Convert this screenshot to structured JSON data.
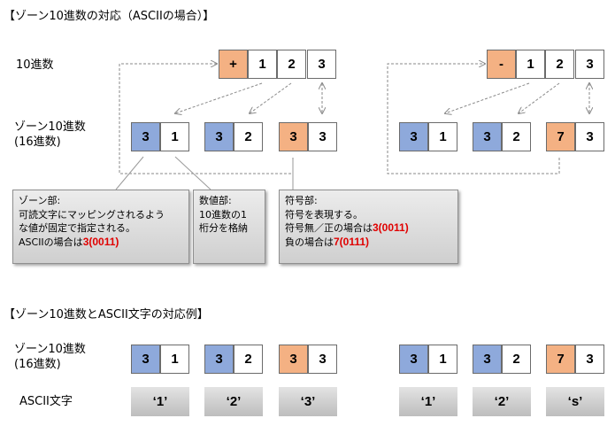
{
  "title1": "【ゾーン10進数の対応（ASCIIの場合）】",
  "title2": "【ゾーン10進数とASCII文字の対応例】",
  "labels": {
    "decimal": "10進数",
    "zone_line1": "ゾーン10進数",
    "zone_line2": "(16進数)",
    "zone2_line1": "ゾーン10進数",
    "zone2_line2": "(16進数)",
    "ascii_char": "ASCII文字"
  },
  "left_decimal": [
    "+",
    "1",
    "2",
    "3"
  ],
  "right_decimal": [
    "-",
    "1",
    "2",
    "3"
  ],
  "left_zone": [
    [
      "3",
      "1"
    ],
    [
      "3",
      "2"
    ],
    [
      "3",
      "3"
    ]
  ],
  "right_zone": [
    [
      "3",
      "1"
    ],
    [
      "3",
      "2"
    ],
    [
      "7",
      "3"
    ]
  ],
  "callouts": {
    "zone": {
      "line1": "ゾーン部:",
      "line2": "可読文字にマッピングされるよう",
      "line3": "な値が固定で指定される。",
      "line4_pre": "ASCIIの場合は",
      "line4_red": "3(0011)"
    },
    "digit": {
      "line1": "数値部:",
      "line2": "10進数の1",
      "line3": "桁分を格納"
    },
    "sign": {
      "line1": "符号部:",
      "line2": "符号を表現する。",
      "line3_pre": "符号無／正の場合は",
      "line3_red": "3(0011)",
      "line4_pre": "負の場合は",
      "line4_red": "7(0111)"
    }
  },
  "example_left_zone": [
    [
      "3",
      "1"
    ],
    [
      "3",
      "2"
    ],
    [
      "3",
      "3"
    ]
  ],
  "example_right_zone": [
    [
      "3",
      "1"
    ],
    [
      "3",
      "2"
    ],
    [
      "7",
      "3"
    ]
  ],
  "example_left_ascii": [
    "‘1’",
    "‘2’",
    "‘3’"
  ],
  "example_right_ascii": [
    "‘1’",
    "‘2’",
    "‘s’"
  ],
  "colors": {
    "zone": "#8ea9db",
    "sign": "#f4b183",
    "accent_red": "#e00000"
  }
}
